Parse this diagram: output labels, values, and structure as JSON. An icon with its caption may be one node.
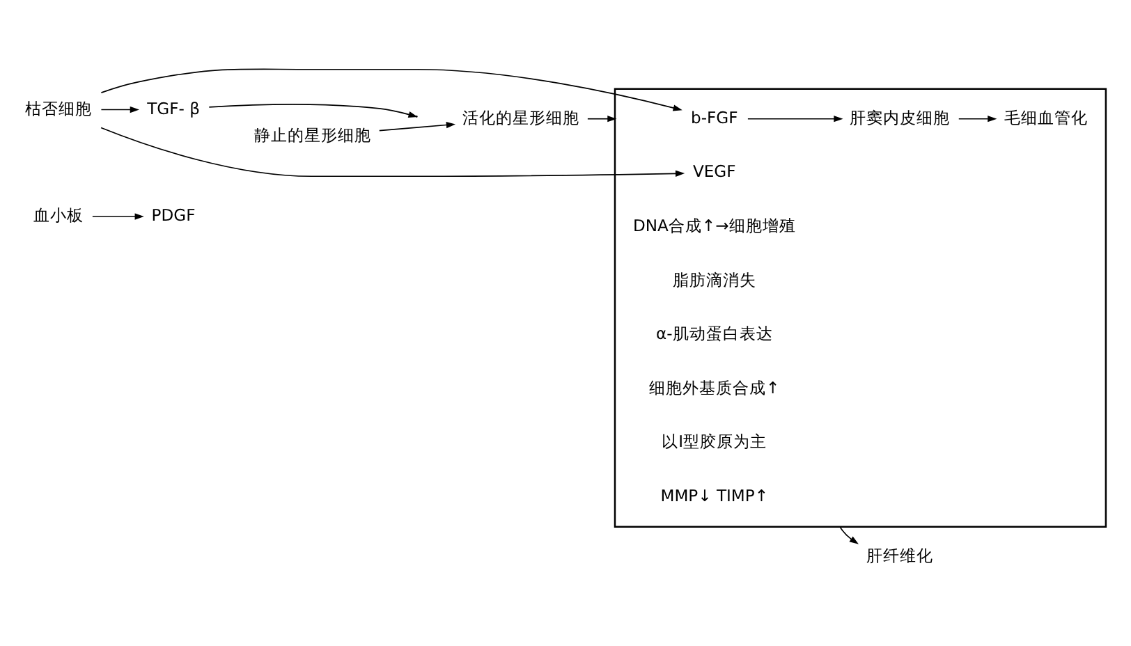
{
  "diagram": {
    "nodes": [
      {
        "text": [
          "血小板"
        ]
      },
      {
        "text": [
          "枯否细胞"
        ]
      },
      {
        "text": [
          "PDGF"
        ]
      },
      {
        "text": [
          "TGF- β"
        ]
      },
      {
        "text": [
          "静止的星形细胞"
        ]
      },
      {
        "text": [
          "活化的星形细胞"
        ]
      },
      {
        "text": [],
        "shape": "box"
      },
      {
        "text": [
          "b-FGF"
        ],
        "in": 6
      },
      {
        "text": [
          "VEGF"
        ],
        "in": 6
      },
      {
        "text": [
          "肝窦内皮细胞"
        ],
        "in": 6
      },
      {
        "text": [
          "毛细血管化"
        ],
        "in": 6
      },
      {
        "text": [
          "DNA合成↑→细胞增殖"
        ],
        "in": 6
      },
      {
        "text": [
          "脂肪滴消失"
        ],
        "in": 6
      },
      {
        "text": [
          "α-肌动蛋白表达"
        ],
        "in": 6
      },
      {
        "text": [
          "细胞外基质合成↑"
        ],
        "in": 6
      },
      {
        "text": [
          "以I型胶原为主"
        ],
        "in": 6
      },
      {
        "text": [
          "MMP↓ TIMP↑"
        ],
        "in": 6
      },
      {
        "text": [
          "肝纤维化"
        ]
      }
    ],
    "edges": [
      {
        "from": 0,
        "to": 2,
        "arrow": "to"
      },
      {
        "from": 1,
        "to": 3,
        "arrow": "to"
      },
      {
        "from": 1,
        "to": 7,
        "arrow": "to"
      },
      {
        "from": 1,
        "to": 8,
        "arrow": "to"
      },
      {
        "from": 3,
        "to": null,
        "arrow": "to"
      },
      {
        "from": 4,
        "to": 5,
        "arrow": "to"
      },
      {
        "from": 5,
        "to": 6,
        "arrow": "to"
      },
      {
        "from": 7,
        "to": 9,
        "arrow": "to"
      },
      {
        "from": 9,
        "to": 10,
        "arrow": "to"
      },
      {
        "from": 6,
        "to": 17,
        "arrow": "to"
      }
    ]
  }
}
